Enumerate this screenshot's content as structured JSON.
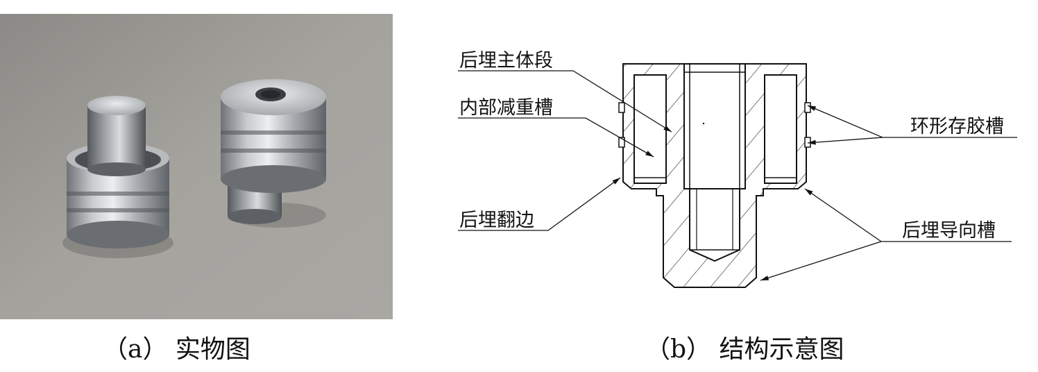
{
  "captions": {
    "a": "（a） 实物图",
    "b": "（b） 结构示意图"
  },
  "labels": {
    "main_body": "后埋主体段",
    "weight_groove": "内部减重槽",
    "glue_groove": "环形存胶槽",
    "flange": "后埋翻边",
    "guide_groove": "后埋导向槽"
  }
}
